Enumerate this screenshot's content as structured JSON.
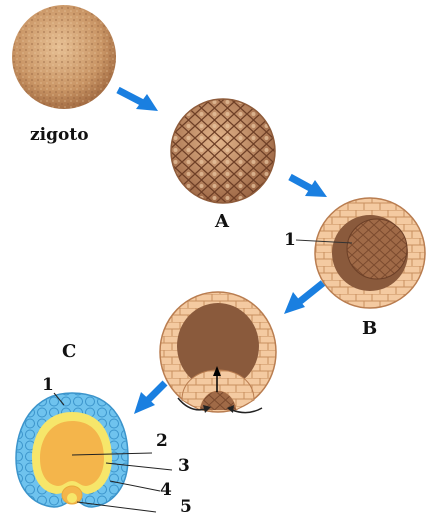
{
  "labels": {
    "zygote": "zigoto",
    "stage_a": "A",
    "stage_b": "B",
    "stage_c": "C",
    "num_1_blastula": "1",
    "num_1_gastrula": "1",
    "num_2": "2",
    "num_3": "3",
    "num_4": "4",
    "num_5": "5"
  },
  "colors": {
    "arrow": "#1a7fe0",
    "cell_light": "#f4caa1",
    "cell_dark": "#b87a4f",
    "cavity": "#8a5a3c",
    "ectoderm": "#6fc3ee",
    "mesoderm": "#f6e66a",
    "endoderm": "#f4b54b"
  },
  "icons": [
    "arrow-right-down",
    "arrow-left-down",
    "curved-arrow"
  ]
}
